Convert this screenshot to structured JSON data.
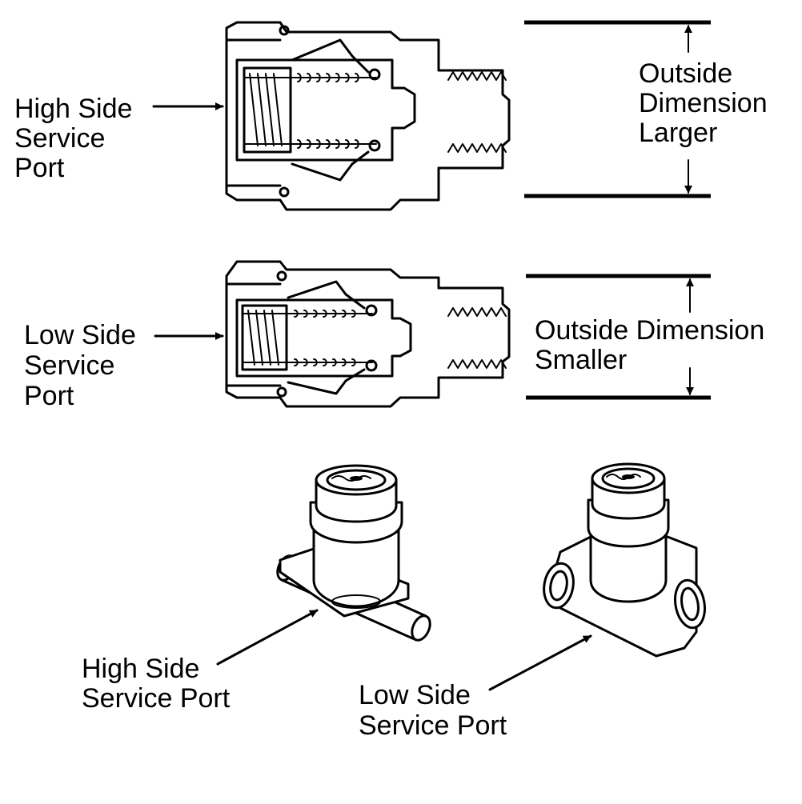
{
  "labels": {
    "high_side_top": [
      "High Side",
      "Service",
      "Port"
    ],
    "low_side_mid": [
      "Low Side",
      "Service",
      "Port"
    ],
    "outside_larger": [
      "Outside",
      "Dimension",
      "Larger"
    ],
    "outside_smaller": [
      "Outside Dimension",
      "Smaller"
    ],
    "high_side_bottom": [
      "High Side",
      "Service Port"
    ],
    "low_side_bottom": [
      "Low Side",
      "Service Port"
    ]
  }
}
